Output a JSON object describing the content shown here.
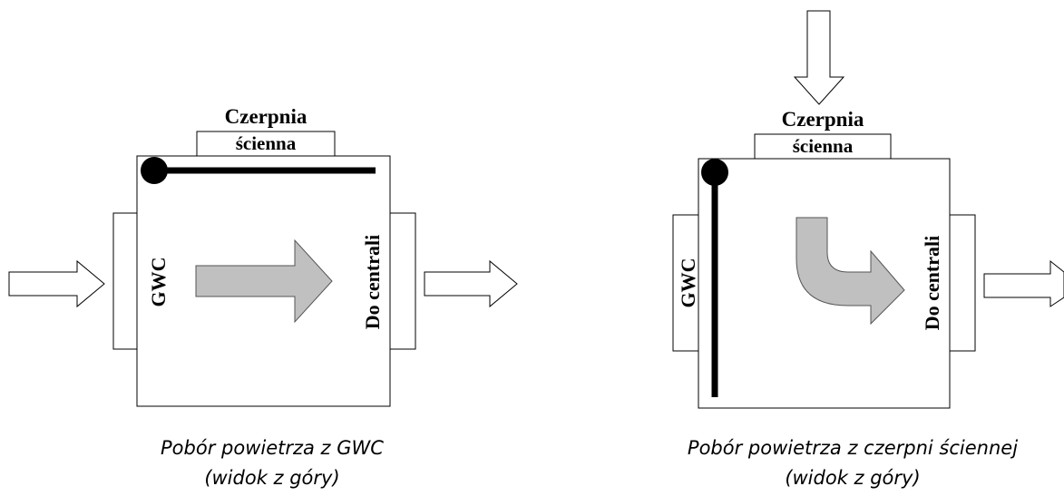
{
  "diagrams": [
    {
      "wall_intake_line1": "Czerpnia",
      "wall_intake_line2": "ścienna",
      "left_port": "GWC",
      "right_port": "Do centrali",
      "caption_line1": "Pobór powietrza z GWC",
      "caption_line2": "(widok z góry)"
    },
    {
      "wall_intake_line1": "Czerpnia",
      "wall_intake_line2": "ścienna",
      "left_port": "GWC",
      "right_port": "Do centrali",
      "caption_line1": "Pobór powietrza z czerpni ściennej",
      "caption_line2": "(widok z góry)"
    }
  ],
  "colors": {
    "flow_arrow_fill": "#c0c0c0",
    "stroke": "#000000",
    "background": "#ffffff"
  }
}
